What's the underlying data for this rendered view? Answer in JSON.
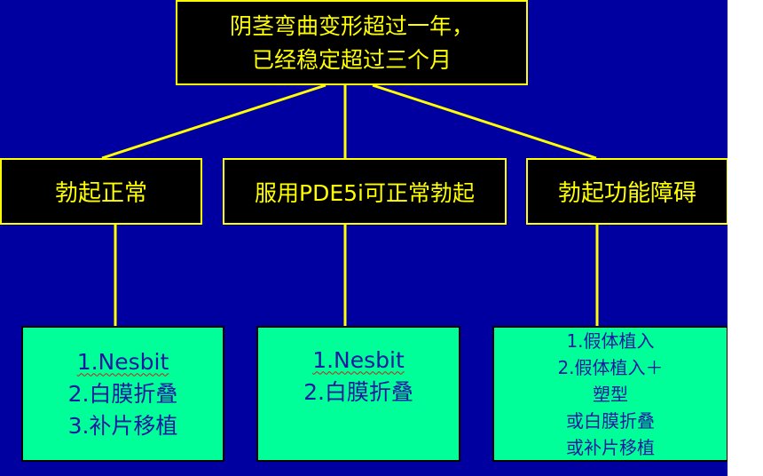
{
  "root": {
    "lines": [
      "阴茎弯曲变形超过一年，",
      "已经稳定超过三个月"
    ]
  },
  "branches": [
    {
      "label": "勃起正常",
      "options": [
        "1.Nesbit",
        "2.白膜折叠",
        "3.补片移植"
      ]
    },
    {
      "label": "服用PDE5i可正常勃起",
      "options": [
        "1.Nesbit",
        "2.白膜折叠"
      ]
    },
    {
      "label": "勃起功能障碍",
      "options": [
        "1.假体植入",
        "2.假体植入＋",
        "塑型",
        "或白膜折叠",
        "或补片移植"
      ]
    }
  ],
  "colors": {
    "background": "#0000a0",
    "connector": "#ffff00",
    "dark_box_fill": "#000000",
    "dark_box_text": "#ffff00",
    "leaf_fill": "#00ff99",
    "leaf_text": "#1a1aa0"
  }
}
